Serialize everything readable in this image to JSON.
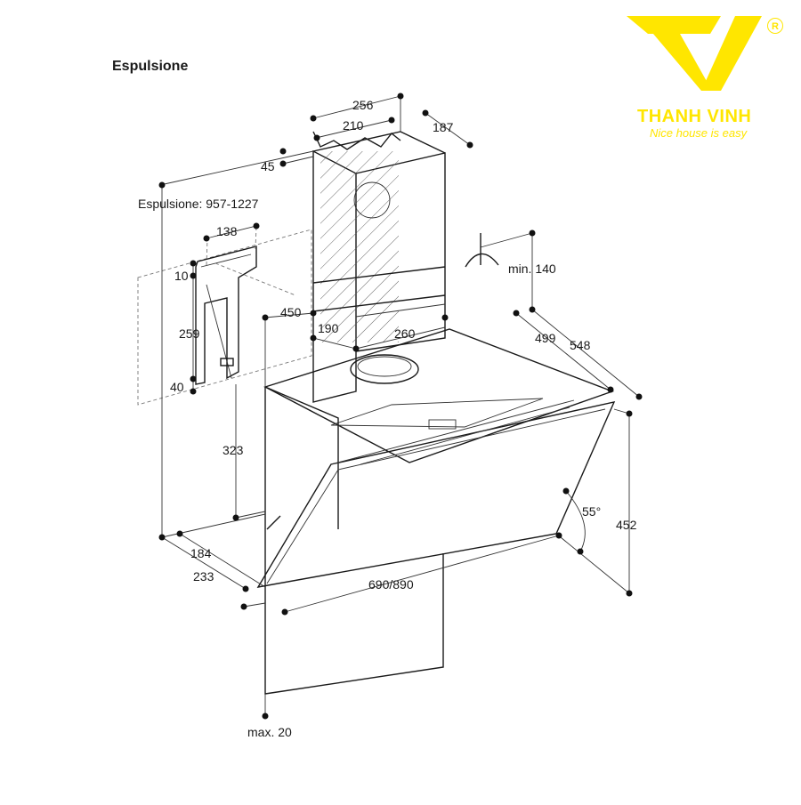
{
  "title": "Espulsione",
  "logo": {
    "name": "THANH VINH",
    "slogan": "Nice house is easy",
    "registered": "R",
    "color": "#ffe600"
  },
  "dimensions": {
    "d256": "256",
    "d210": "210",
    "d187": "187",
    "d45": "45",
    "exhaust_range": "Espulsione: 957-1227",
    "d138": "138",
    "d10": "10",
    "d259": "259",
    "d40": "40",
    "d450": "450",
    "d190": "190",
    "d260": "260",
    "min140": "min. 140",
    "d499": "499",
    "d548": "548",
    "d323": "323",
    "angle": "55°",
    "d452": "452",
    "d184": "184",
    "d233": "233",
    "width": "690/890",
    "max20": "max. 20"
  }
}
